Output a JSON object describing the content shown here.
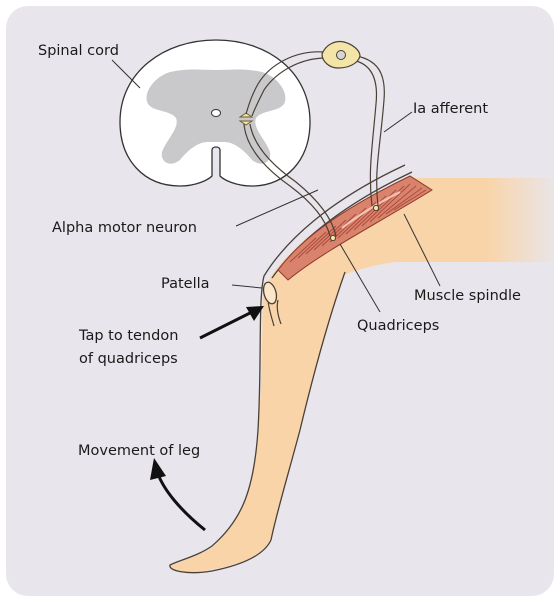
{
  "labels": {
    "spinal_cord": "Spinal cord",
    "ia_afferent": "Ia afferent",
    "alpha_motor_neuron": "Alpha motor neuron",
    "patella": "Patella",
    "muscle_spindle": "Muscle spindle",
    "quadriceps": "Quadriceps",
    "tap_line1": "Tap to tendon",
    "tap_line2": "of quadriceps",
    "movement": "Movement of leg"
  },
  "colors": {
    "panel_bg": "#e8e6ec",
    "spinal_white": "#ffffff",
    "grey_matter": "#c9c9cb",
    "skin": "#f9d4a8",
    "skin_stroke": "#4a4036",
    "muscle": "#d9826c",
    "muscle_stripe": "#a84a3a",
    "ganglion": "#f3e4a8",
    "nerve": "#4a4036",
    "arrow": "#111111"
  }
}
